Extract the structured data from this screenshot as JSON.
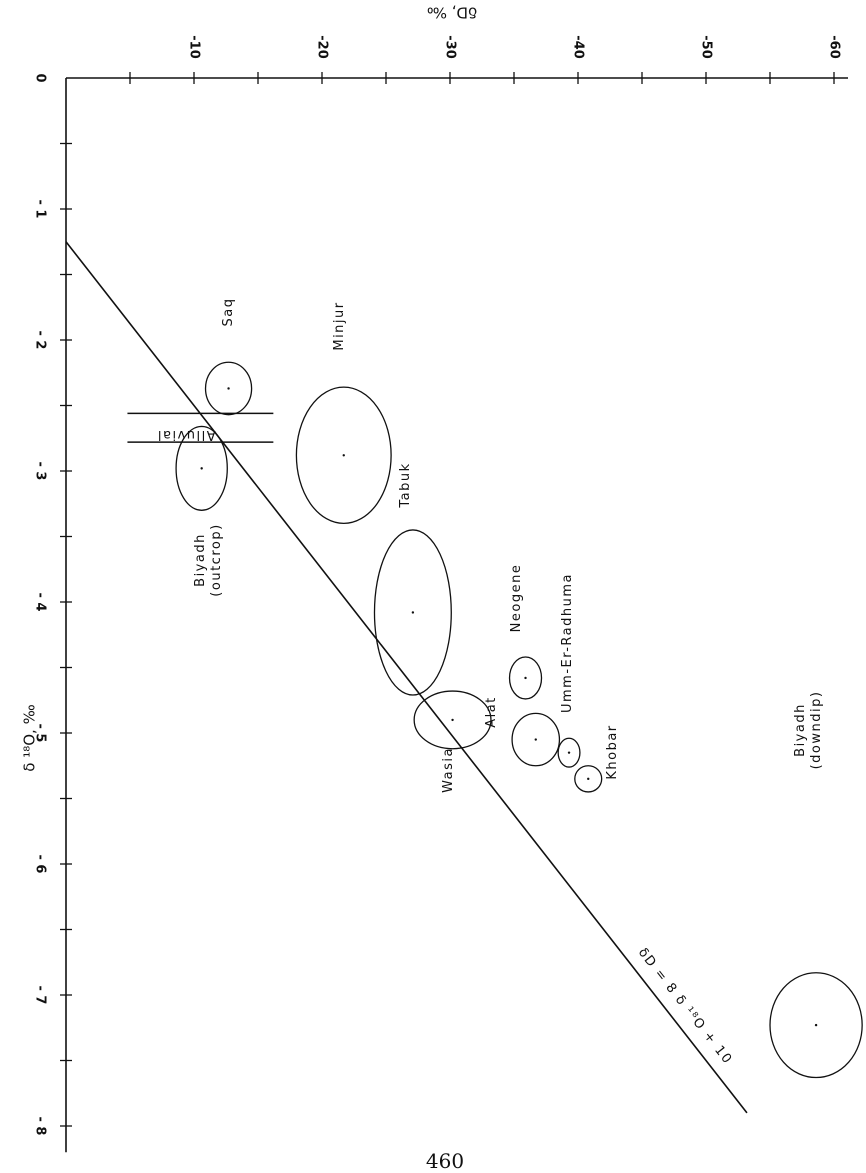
{
  "chart_data": {
    "type": "scatter",
    "orientation": "rotated-90-clockwise",
    "xlabel": "δ ¹⁸O, ‰",
    "ylabel": "δD, ‰",
    "xlim": [
      -8.2,
      0
    ],
    "ylim": [
      -60,
      0
    ],
    "x_ticks": [
      0,
      -1,
      -2,
      -3,
      -4,
      -5,
      -6,
      -7,
      -8
    ],
    "x_tick_labels": [
      "0",
      "- 1",
      "- 2",
      "- 3",
      "- 4",
      "- 5",
      "- 6",
      "- 7",
      "- 8"
    ],
    "y_ticks": [
      -10,
      -20,
      -30,
      -40,
      -50,
      -60
    ],
    "y_tick_labels": [
      "-10",
      "-20",
      "-30",
      "-40",
      "-50",
      "-60"
    ],
    "grid": false,
    "reference_line": {
      "label": "δD = 8 δ ¹⁸O + 10",
      "slope": 8,
      "intercept": 10
    },
    "clusters": [
      {
        "name": "Saq",
        "label": "Saq",
        "d18o": -2.37,
        "dD": -12.7,
        "r18o": 0.2,
        "rD": 1.8
      },
      {
        "name": "Alluvial",
        "label": "Alluvial",
        "d18o": -2.65,
        "dD": -12.5,
        "r18o": 0.0,
        "rD": 0.0
      },
      {
        "name": "Biyadh (outcrop)",
        "label": "Biyadh\n(outcrop)",
        "d18o": -2.98,
        "dD": -10.6,
        "r18o": 0.32,
        "rD": 2.0
      },
      {
        "name": "Minjur",
        "label": "Minjur",
        "d18o": -2.88,
        "dD": -21.7,
        "r18o": 0.52,
        "rD": 3.7
      },
      {
        "name": "Tabuk",
        "label": "Tabuk",
        "d18o": -4.08,
        "dD": -27.1,
        "r18o": 0.63,
        "rD": 3.0
      },
      {
        "name": "Wasia",
        "label": "Wasia",
        "d18o": -4.9,
        "dD": -30.2,
        "r18o": 0.22,
        "rD": 3.0
      },
      {
        "name": "Neogene",
        "label": "Neogene",
        "d18o": -4.58,
        "dD": -35.9,
        "r18o": 0.16,
        "rD": 1.25
      },
      {
        "name": "Alat",
        "label": "Alat",
        "d18o": -5.05,
        "dD": -36.7,
        "r18o": 0.2,
        "rD": 1.85
      },
      {
        "name": "Umm-Er-Radhuma",
        "label": "Umm-Er-Radhuma",
        "d18o": -5.15,
        "dD": -39.3,
        "r18o": 0.11,
        "rD": 0.85
      },
      {
        "name": "Khobar",
        "label": "Khobar",
        "d18o": -5.35,
        "dD": -40.8,
        "r18o": 0.1,
        "rD": 1.05
      },
      {
        "name": "Biyadh (downdip)",
        "label": "Biyadh\n(downdip)",
        "d18o": -7.23,
        "dD": -58.6,
        "r18o": 0.4,
        "rD": 3.6
      }
    ]
  },
  "page_number": "460"
}
